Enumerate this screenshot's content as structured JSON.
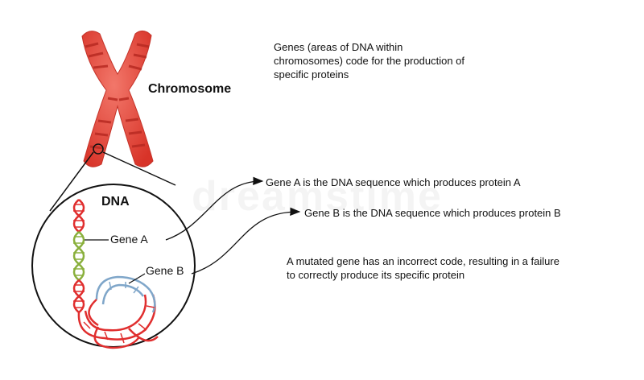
{
  "intro": {
    "line1": "Genes (areas of DNA within",
    "line2": "chromosomes) code for the production of",
    "line3": "specific proteins"
  },
  "chromosome_label": "Chromosome",
  "dna_label": "DNA",
  "gene_a_label": "Gene A",
  "gene_b_label": "Gene B",
  "gene_a_note": "Gene A is the DNA sequence which produces protein A",
  "gene_b_note": "Gene B is the DNA sequence which produces protein B",
  "mutation_note": {
    "line1": "A mutated gene has an incorrect code, resulting in a failure",
    "line2": "to correctly produce its specific protein"
  },
  "watermark": "dreamstime",
  "colors": {
    "chromosome": "#e8413a",
    "chromosome_band": "#b82a22",
    "dna_strand": "#e02e2e",
    "gene_a": "#8ab03d",
    "gene_b": "#7fa6c9",
    "line": "#111111"
  }
}
